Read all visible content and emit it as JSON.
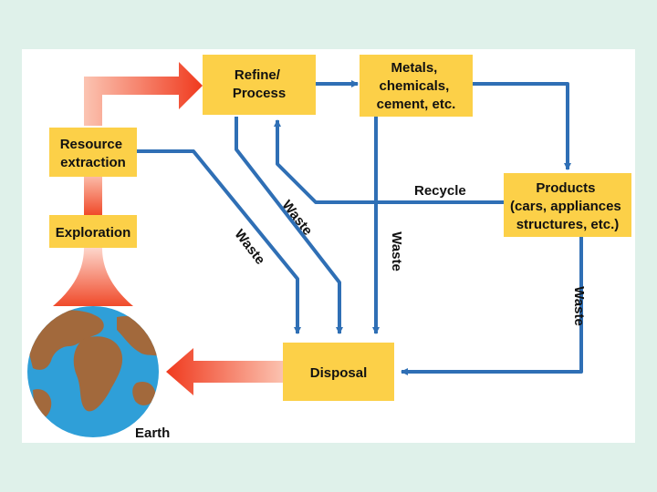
{
  "colors": {
    "box_fill": "#fcd048",
    "flow_arrow": "#2f6fb5",
    "resource_arrow": "#f04a2a",
    "ocean": "#2f9fd8",
    "land": "#a2693c",
    "background": "#dff1ea"
  },
  "boxes": {
    "refine": [
      "Refine/",
      "Process"
    ],
    "metals": [
      "Metals,",
      "chemicals,",
      "cement, etc."
    ],
    "resource": [
      "Resource",
      "extraction"
    ],
    "exploration": [
      "Exploration"
    ],
    "products": [
      "Products",
      "(cars, appliances",
      "structures, etc.)"
    ],
    "disposal": [
      "Disposal"
    ]
  },
  "labels": {
    "recycle": "Recycle",
    "waste": "Waste",
    "earth": "Earth"
  }
}
